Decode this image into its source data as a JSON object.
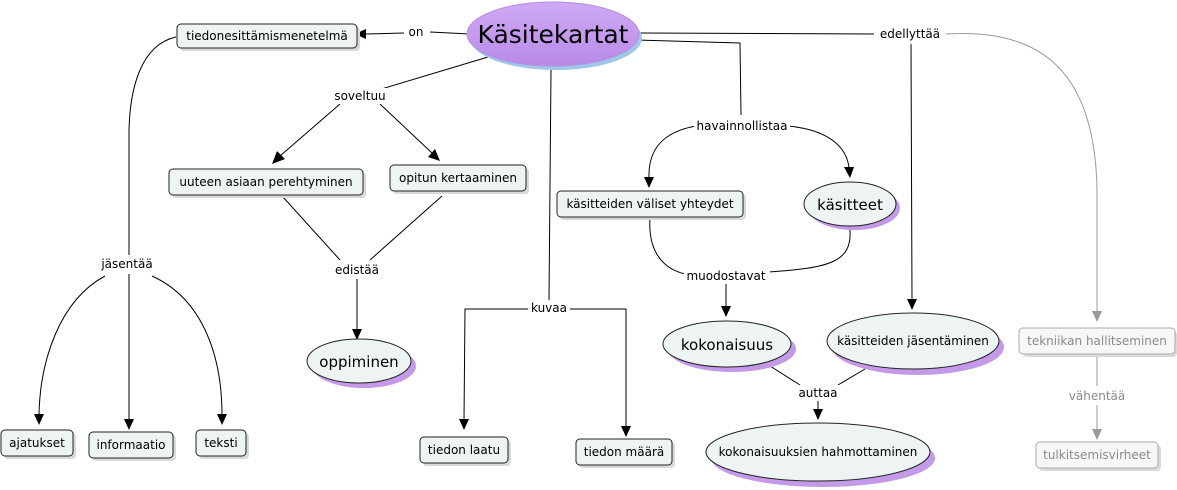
{
  "concepts": {
    "main": "Käsitekartat",
    "tiedonesittamismenetelma": "tiedonesittämismenetelmä",
    "uuteen": "uuteen asiaan perehtyminen",
    "opitun": "opitun kertaaminen",
    "oppiminen": "oppiminen",
    "ajatukset": "ajatukset",
    "informaatio": "informaatio",
    "teksti": "teksti",
    "tiedon_laatu": "tiedon laatu",
    "tiedon_maara": "tiedon määrä",
    "valiset_yhteydet": "käsitteiden väliset yhteydet",
    "kasitteet": "käsitteet",
    "kokonaisuus": "kokonaisuus",
    "jasentaminen": "käsitteiden jäsentäminen",
    "hahmottaminen": "kokonaisuuksien hahmottaminen",
    "tekniikan": "tekniikan hallitseminen",
    "tulkitsemisvirheet": "tulkitsemisvirheet"
  },
  "links": {
    "on": "on",
    "soveltuu": "soveltuu",
    "jasentaa": "jäsentää",
    "edistaa": "edistää",
    "kuvaa": "kuvaa",
    "havainnollistaa": "havainnollistaa",
    "muodostavat": "muodostavat",
    "auttaa": "auttaa",
    "edellyttaa": "edellyttää",
    "vahentaa": "vähentää"
  },
  "colors": {
    "node_fill": "#eef3f4",
    "main_fill": "#c8a2f0",
    "shadow": "#c49ae8",
    "faded_text": "#8a8a8a"
  }
}
